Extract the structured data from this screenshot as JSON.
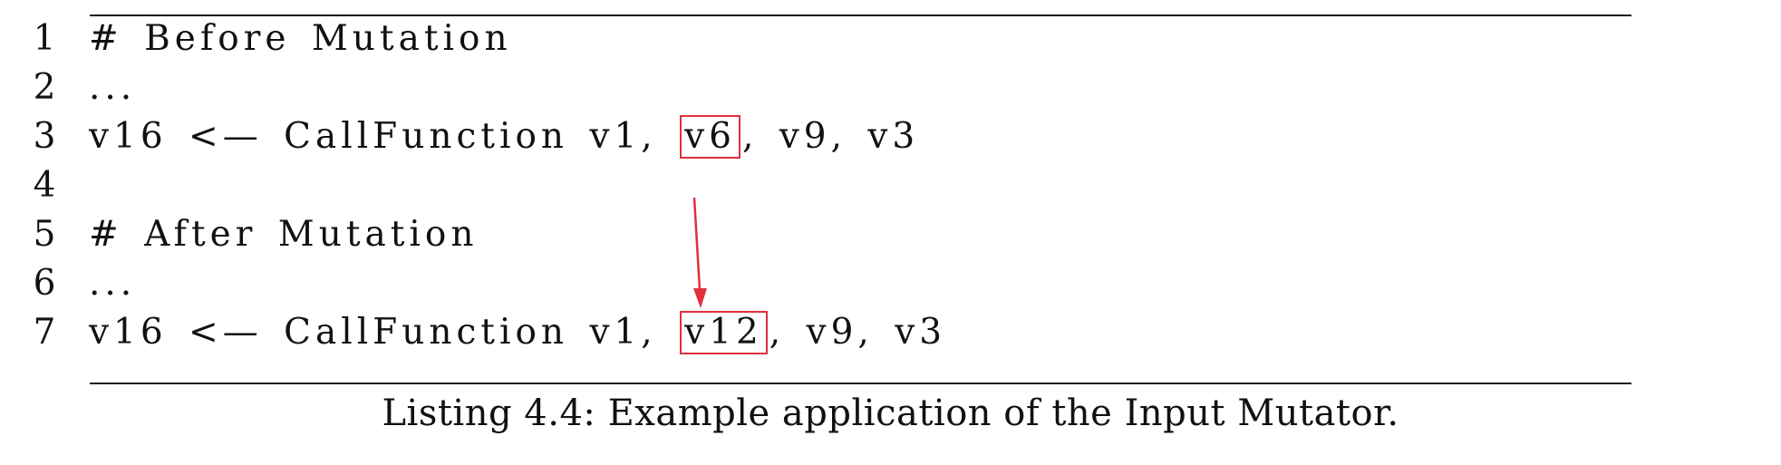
{
  "listing": {
    "lines": [
      {
        "number": "1",
        "text": "# Before Mutation"
      },
      {
        "number": "2",
        "text": "..."
      },
      {
        "number": "3",
        "prefix": "v16 <— CallFunction v1, ",
        "highlight": "v6",
        "suffix": ", v9, v3"
      },
      {
        "number": "4",
        "text": ""
      },
      {
        "number": "5",
        "text": "# After Mutation"
      },
      {
        "number": "6",
        "text": "..."
      },
      {
        "number": "7",
        "prefix": "v16 <— CallFunction v1, ",
        "highlight": "v12",
        "suffix": ", v9, v3"
      }
    ],
    "caption": "Listing 4.4: Example application of the Input Mutator."
  },
  "colors": {
    "highlight": "#e0303a",
    "text": "#111111",
    "rule": "#1a1a1a"
  }
}
